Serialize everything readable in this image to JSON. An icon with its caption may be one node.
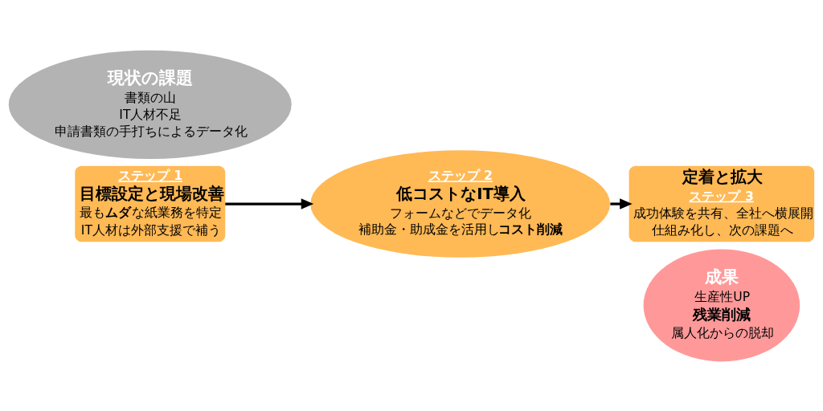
{
  "diagram": {
    "nodes": [
      {
        "text": [
          "現状の課題",
          "書類の山",
          "IT人材不足",
          "申請書類の手打ちによるデータ化"
        ]
      },
      {
        "text": [
          "ステップ 1",
          "目標設定と現場改善",
          "最も**ムダ**な紙業務を特定",
          "IT人材は外部支援で補う"
        ]
      },
      {
        "text": [
          "ステップ 2",
          "低コストなIT導入",
          "フォームなどでデータ化",
          "補助金・助成金を活用し**コスト削減**"
        ]
      },
      {
        "text": [
          "定着と拡大",
          "ステップ 3",
          "成功体験を共有、全社へ横展開",
          "仕組み化し、次の課題へ"
        ]
      },
      {
        "text": [
          "成果",
          "生産性UP",
          "残業削減",
          "属人化からの脱却"
        ]
      }
    ],
    "edges": [
      {
        "from": 1,
        "to": 2,
        "arrow": "to"
      },
      {
        "from": 2,
        "to": 3,
        "arrow": "to"
      }
    ]
  }
}
